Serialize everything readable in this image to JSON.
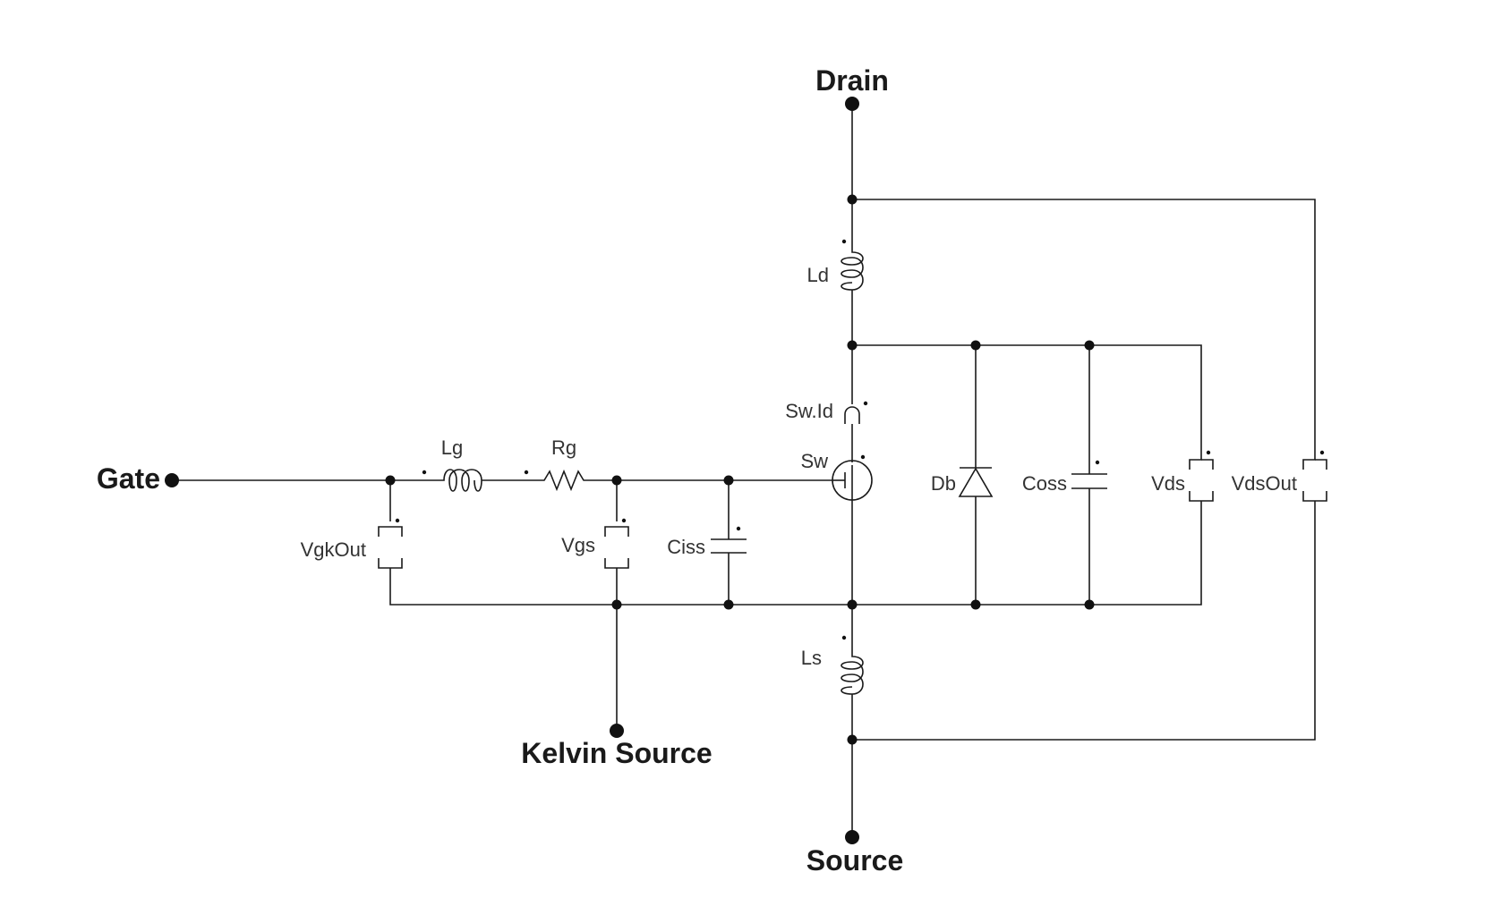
{
  "terminals": {
    "drain": "Drain",
    "source": "Source",
    "gate": "Gate",
    "kelvin_source": "Kelvin Source"
  },
  "components": {
    "ld": "Ld",
    "ls": "Ls",
    "lg": "Lg",
    "rg": "Rg",
    "sw_id": "Sw.Id",
    "sw": "Sw",
    "db": "Db",
    "coss": "Coss",
    "ciss": "Ciss",
    "vds": "Vds",
    "vds_out": "VdsOut",
    "vgs": "Vgs",
    "vgk_out": "VgkOut"
  }
}
